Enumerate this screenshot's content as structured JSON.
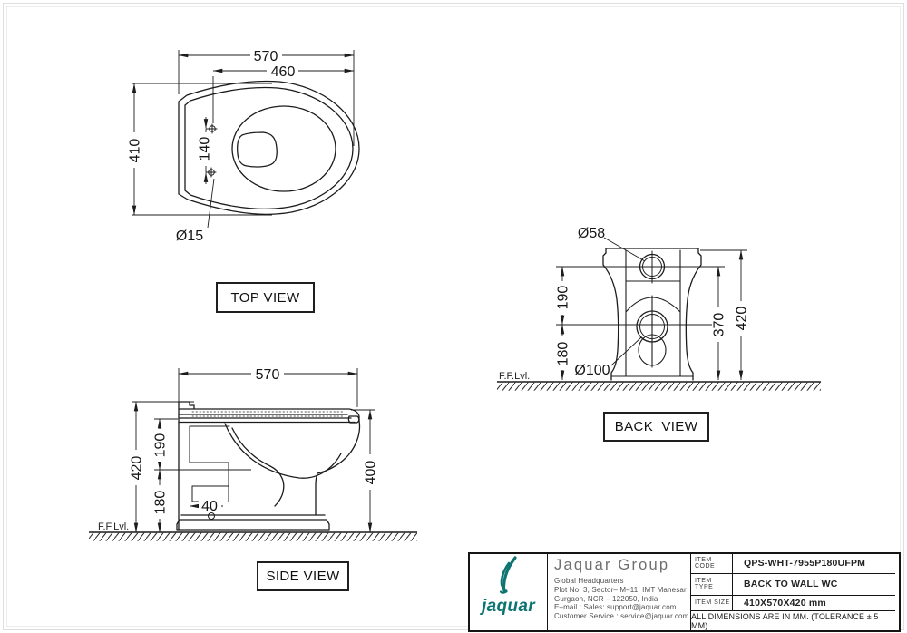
{
  "drawing": {
    "top_view": {
      "label": "TOP VIEW",
      "dim_width": "570",
      "dim_seat_depth": "460",
      "dim_depth": "410",
      "dim_hinge_spacing": "140",
      "dim_hole": "Ø15"
    },
    "side_view": {
      "label": "SIDE VIEW",
      "dim_width": "570",
      "dim_total_height": "420",
      "dim_upper": "190",
      "dim_lower": "180",
      "dim_offset": "40",
      "dim_rim_height": "400",
      "floor_label": "F.F.Lvl."
    },
    "back_view": {
      "label": "BACK  VIEW",
      "dim_inlet": "Ø58",
      "dim_upper": "190",
      "dim_lower": "180",
      "dim_inner_height": "370",
      "dim_total_height": "420",
      "dim_outlet": "Ø100",
      "floor_label": "F.F.Lvl."
    }
  },
  "title_block": {
    "logo_word": "jaquar",
    "company": "Jaquar Group",
    "headquarters": "Global Headquarters",
    "address_line1": "Plot No. 3, Sector– M–11, IMT Manesar",
    "address_line2": "Gurgaon, NCR – 122050, India",
    "email_line": "E–mail : Sales: support@jaquar.com",
    "service_line": "Customer Service : service@jaquar.com",
    "rows": [
      {
        "label": "ITEM CODE",
        "value": "QPS-WHT-7955P180UFPM"
      },
      {
        "label": "ITEM TYPE",
        "value": "BACK TO WALL WC"
      },
      {
        "label": "ITEM SIZE",
        "value": "410X570X420 mm"
      }
    ],
    "tolerance_note": "ALL DIMENSIONS ARE IN MM. (TOLERANCE ± 5 MM)",
    "brand_color": "#0e7472"
  }
}
